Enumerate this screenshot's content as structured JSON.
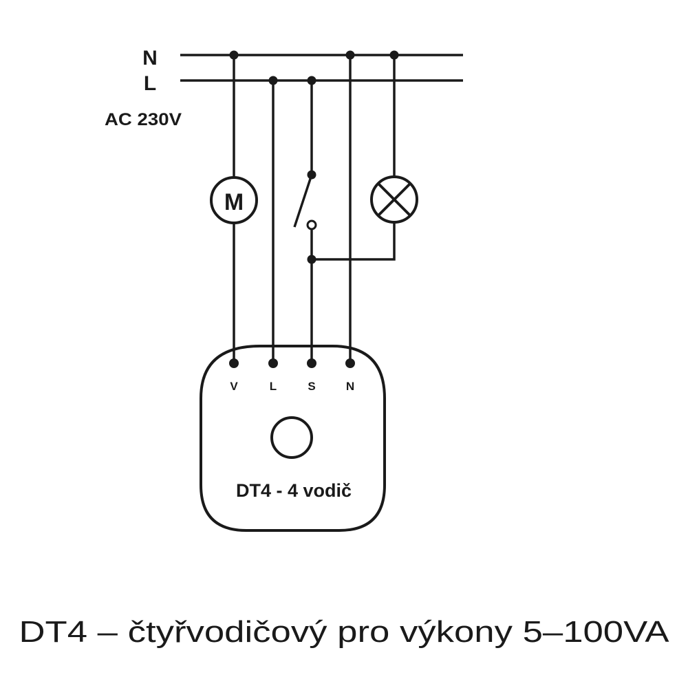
{
  "supply": {
    "n_label": "N",
    "l_label": "L",
    "voltage_label": "AC 230V"
  },
  "components": {
    "motor_label": "M"
  },
  "device": {
    "terminals": [
      "V",
      "L",
      "S",
      "N"
    ],
    "name": "DT4 - 4 vodič"
  },
  "caption": "DT4 – čtyřvodičový pro výkony 5–100VA"
}
